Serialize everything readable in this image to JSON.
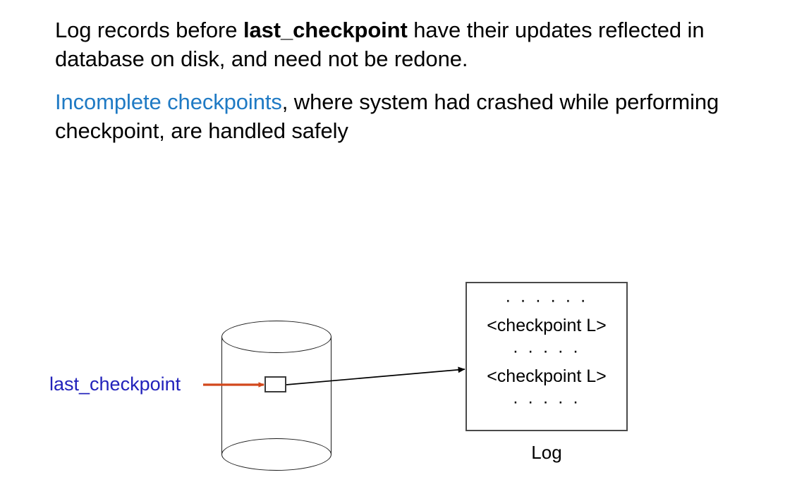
{
  "slide": {
    "background_color": "#ffffff",
    "paragraph_1": {
      "part_1": "Log records before ",
      "emphasis": "last_checkpoint",
      "part_2": " have their updates reflected in database on disk, and need not be redone."
    },
    "paragraph_2": {
      "accent": "Incomplete checkpoints",
      "rest": ", where system had crashed while performing checkpoint, are handled safely"
    }
  },
  "diagram": {
    "disk_label": "last_checkpoint",
    "log_caption": "Log",
    "log_lines": [
      "· · · · · ·",
      "<checkpoint L>",
      "· · · · ·",
      "<checkpoint L>",
      "· · · · ·"
    ]
  },
  "colors": {
    "accent_blue": "#1f7ac4",
    "label_blue": "#2222bb",
    "pointer_red": "#d2481c",
    "outline_black": "#1a1a1a",
    "text_black": "#000000"
  }
}
